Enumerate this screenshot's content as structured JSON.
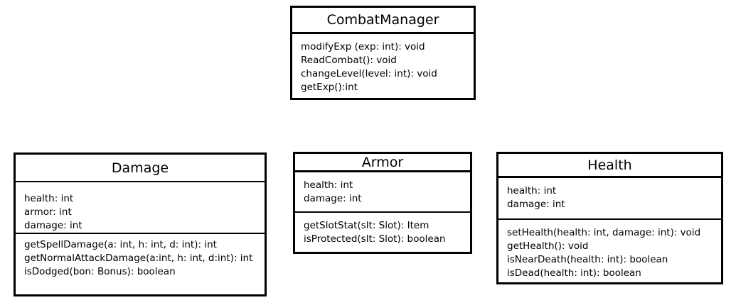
{
  "diagram": {
    "classes": [
      {
        "name": "CombatManager",
        "attributes": [],
        "methods": [
          "modifyExp (exp: int): void",
          "ReadCombat(): void",
          "changeLevel(level: int): void",
          "getExp():int"
        ]
      },
      {
        "name": "Damage",
        "attributes": [
          "health: int",
          "armor: int",
          "damage: int"
        ],
        "methods": [
          "getSpellDamage(a: int, h: int, d: int): int",
          "getNormalAttackDamage(a:int, h: int, d:int): int",
          "isDodged(bon: Bonus): boolean"
        ]
      },
      {
        "name": "Armor",
        "attributes": [
          "health: int",
          "damage: int"
        ],
        "methods": [
          "getSlotStat(slt: Slot): Item",
          "isProtected(slt: Slot): boolean"
        ]
      },
      {
        "name": "Health",
        "attributes": [
          "health: int",
          "damage: int"
        ],
        "methods": [
          "setHealth(health: int, damage: int): void",
          "getHealth(): void",
          "isNearDeath(health: int): boolean",
          "isDead(health: int): boolean"
        ]
      }
    ]
  }
}
